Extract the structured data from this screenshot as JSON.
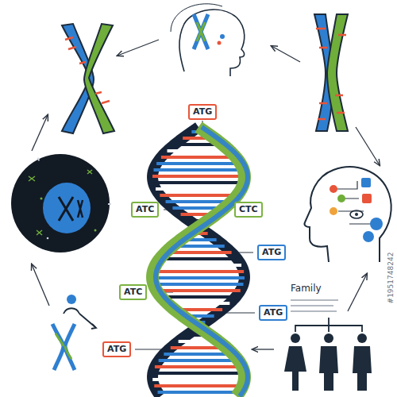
{
  "diagram": {
    "nodes": [
      {
        "text": [
          "ATG"
        ]
      },
      {
        "text": [
          "ATC"
        ]
      },
      {
        "text": [
          "CTC"
        ]
      },
      {
        "text": [
          "ATG"
        ]
      },
      {
        "text": [
          "ATC"
        ]
      },
      {
        "text": [
          "ATG"
        ]
      },
      {
        "text": [
          "ATG"
        ]
      }
    ],
    "labels": [
      "Family",
      "#1951748242"
    ]
  }
}
